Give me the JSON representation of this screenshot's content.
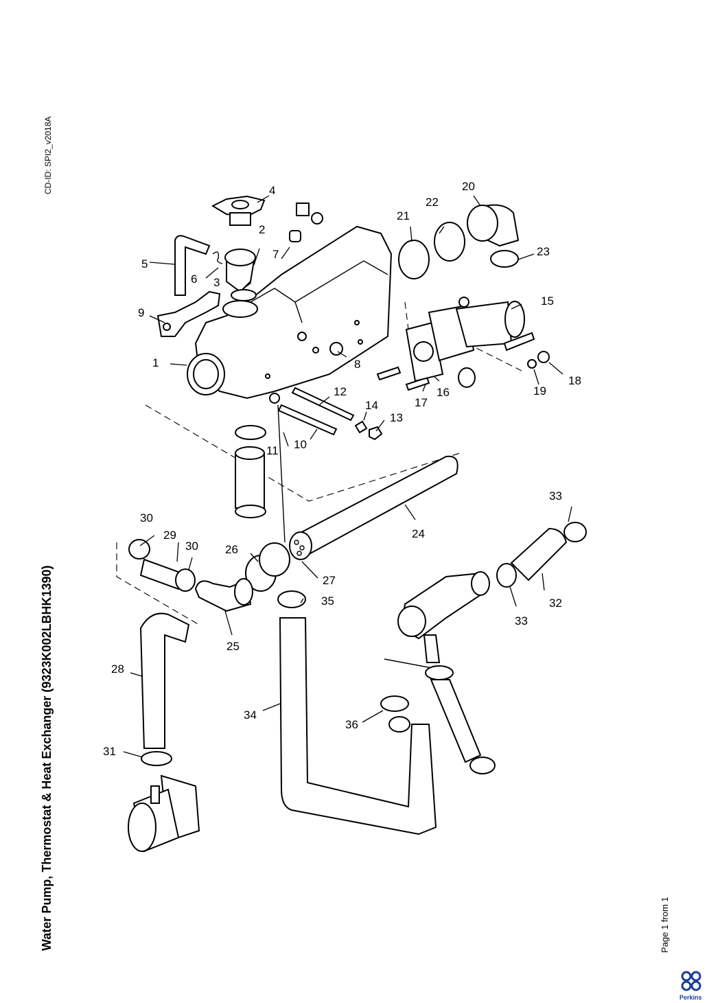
{
  "document": {
    "title": "Water Pump, Thermostat & Heat Exchanger (9323K002LBHK1390)",
    "cd_id": "CD-ID: SPI2_v2018A",
    "page": "Page 1 from 1",
    "brand": "Perkins",
    "brand_color": "#1b3f95"
  },
  "diagram": {
    "callouts": [
      "1",
      "2",
      "3",
      "4",
      "5",
      "6",
      "7",
      "8",
      "9",
      "10",
      "11",
      "12",
      "13",
      "14",
      "15",
      "16",
      "17",
      "18",
      "19",
      "20",
      "21",
      "22",
      "23",
      "24",
      "25",
      "26",
      "27",
      "28",
      "29",
      "30",
      "30",
      "31",
      "32",
      "33",
      "33",
      "34",
      "35",
      "36"
    ]
  }
}
